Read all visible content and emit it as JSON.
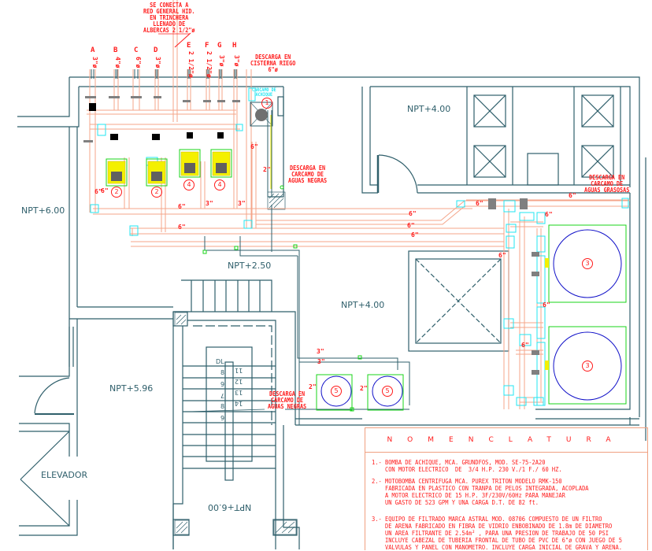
{
  "drawing": {
    "type": "plumbing-floor-plan",
    "colors": {
      "walls": "#2f5f6b",
      "pipes": "#f4a58a",
      "fittings": "#22e5f2",
      "labels": "#ff1a1a",
      "equipment_frames": "#19d419",
      "filters": "#1010c8",
      "pumps": "#f4f000",
      "valves": "#808080"
    }
  },
  "rooms": {
    "npt_600_left": "NPT+6.00",
    "npt_250": "NPT+2.50",
    "npt_400_top": "NPT+4.00",
    "npt_400_center": "NPT+4.00",
    "npt_596": "NPT+5.96",
    "npt_600_stair": "NPT+6.00",
    "elevator": "ELEVADOR"
  },
  "annotations": {
    "connection_note": "SE CONECTA A\nRED GENERAL HID.\nEN TRINCHERA\nLLENADO DE\nALBERCAS 2 1/2\"ø",
    "discharge_irrigation": "DESCARGA EN\nCISTERNA RIEGO\n6\"ø",
    "sump_label": "CARCAMO DE\nACHIQUE",
    "discharge_black_1": "DESCARGA EN\nCARCAMO DE\nAGUAS NEGRAS",
    "discharge_grease": "DESCARGA EN\nCARCAMO DE\nAGUAS GRASOSAS",
    "discharge_black_2": "DESCARGA EN\nCARCAMO DE\nAGUAS NEGRAS"
  },
  "pipe_risers": [
    {
      "letter": "A",
      "diameter": "3\"ø"
    },
    {
      "letter": "B",
      "diameter": "4\"ø"
    },
    {
      "letter": "C",
      "diameter": "6\"ø"
    },
    {
      "letter": "D",
      "diameter": "3\"ø"
    },
    {
      "letter": "E",
      "diameter": "2 1/2\"ø"
    },
    {
      "letter": "F",
      "diameter": "2 1/2\"ø"
    },
    {
      "letter": "G",
      "diameter": "3\"ø"
    },
    {
      "letter": "H",
      "diameter": "3\"ø"
    }
  ],
  "pipe_sizes": {
    "s6a": "6\"",
    "s6b": "6\"",
    "s6c": "6\"",
    "s6d": "6\"",
    "s6e": "6\"",
    "s6f": "6\"",
    "s6g": "6\"",
    "s6h": "6\"",
    "s6i": "6\"",
    "s6j": "6\"",
    "s6k": "6\"",
    "s6l": "6\"",
    "s6m": "6\"",
    "s6n": "6\"",
    "s3a": "3\"",
    "s3b": "3\"",
    "s3c": "3\"",
    "s3d": "3\"",
    "s2a": "2\"",
    "s2b": "2\"",
    "s2c": "2\""
  },
  "equipment_tags": {
    "pump_sump": "1",
    "pump_a": "2",
    "pump_b": "2",
    "pump_c": "4",
    "pump_d": "4",
    "filter_a": "3",
    "filter_b": "3",
    "filter_c": "5",
    "filter_d": "5"
  },
  "stair_numbers": [
    "DL",
    "8",
    "9",
    "7",
    "8",
    "6",
    "11",
    "12",
    "13",
    "14"
  ],
  "legend": {
    "title": "NOMENCLATURA",
    "items": [
      {
        "text": "1.- BOMBA DE ACHIQUE, MCA. GRUNDFOS, MOD. SE-75-2A20\n    CON MOTOR ELECTRICO  DE  3/4 H.P. 230 V./1 F./ 60 HZ."
      },
      {
        "text": "2.- MOTOBOMBA CENTRIFUGA MCA. PUREX TRITON MODELO RMK-150\n    FABRICADA EN PLASTICO CON TRANPA DE PELOS INTEGRADA, ACOPLADA\n    A MOTOR ELECTRICO DE 15 H.P. 3F/230V/60Hz PARA MANEJAR\n    UN GASTO DE 523 GPM Y UNA CARGA D.T. DE 82 ft."
      },
      {
        "text": "3.- EQUIPO DE FILTRADO MARCA ASTRAL MOD. 08706 COMPUESTO DE UN FILTRO\n    DE ARENA FABRICADO EN FIBRA DE VIDRIO ENBOBINADO DE 1.8m DE DIAMETRO\n    UN AREA FILTRANTE DE 2.54m² , PARA UNA PRESION DE TRABAJO DE 50 PSI\n    INCLUYE CABEZAL DE TUBERIA FRONTAL DE TUBO DE PVC DE 6\"ø CON JUEGO DE 5\n    VALVULAS Y PANEL CON MANOMETRO. INCLUYE CARGA INICIAL DE GRAVA Y ARENA."
      }
    ]
  }
}
